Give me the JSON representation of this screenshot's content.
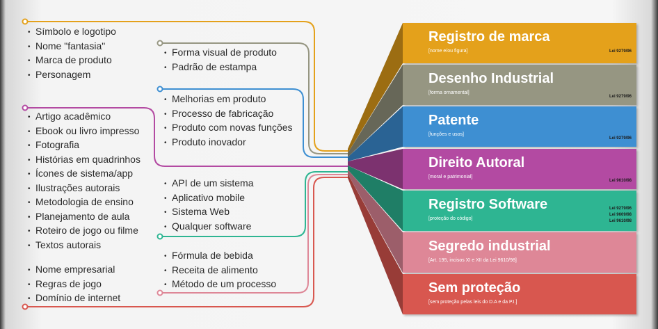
{
  "categories": [
    {
      "title": "Registro de marca",
      "subtitle": "[nome e/ou figura]",
      "law": [
        "Lei 9279/96"
      ],
      "color": "#e4a11b",
      "side": "#9c6d12"
    },
    {
      "title": "Desenho Industrial",
      "subtitle": "[forma ornamental]",
      "law": [
        "Lei 9279/96"
      ],
      "color": "#969682",
      "side": "#676758"
    },
    {
      "title": "Patente",
      "subtitle": "[funções e usos]",
      "law": [
        "Lei 9279/96"
      ],
      "color": "#3e8fd2",
      "side": "#2a6394"
    },
    {
      "title": "Direito Autoral",
      "subtitle": "[moral e patrimonial]",
      "law": [
        "Lei 9610/98"
      ],
      "color": "#b34aa2",
      "side": "#7c326f"
    },
    {
      "title": "Registro Software",
      "subtitle": "[proteção do código]",
      "law": [
        "Lei 9279/96",
        "Lei 9609/98",
        "Lei 9610/98"
      ],
      "color": "#2eb592",
      "side": "#1f7e66"
    },
    {
      "title": "Segredo industrial",
      "subtitle": "[Art. 195, incisos XI e XII da Lei 9610/98]",
      "law": [],
      "color": "#de8797",
      "side": "#9c5e6a"
    },
    {
      "title": "Sem proteção",
      "subtitle": "[sem proteção pelas leis do D.A e da P.I.]",
      "law": [],
      "color": "#d8574f",
      "side": "#983c37"
    }
  ],
  "groups": {
    "marca": {
      "color": "#e4a11b",
      "items": [
        "Símbolo e logotipo",
        "Nome \"fantasia\"",
        "Marca de produto",
        "Personagem"
      ]
    },
    "desenho": {
      "color": "#969682",
      "items": [
        "Forma visual de produto",
        "Padrão de estampa"
      ]
    },
    "patente": {
      "color": "#3e8fd2",
      "items": [
        "Melhorias em produto",
        "Processo de fabricação",
        "Produto com novas funções",
        "Produto inovador"
      ]
    },
    "autoral": {
      "color": "#b34aa2",
      "items": [
        "Artigo acadêmico",
        "Ebook ou livro impresso",
        "Fotografia",
        "Histórias em quadrinhos",
        "Ícones de sistema/app",
        "Ilustrações autorais",
        "Metodologia de ensino",
        "Planejamento de aula",
        "Roteiro de jogo ou filme",
        "Textos autorais"
      ]
    },
    "software": {
      "color": "#2eb592",
      "items": [
        "API de um sistema",
        "Aplicativo mobile",
        "Sistema Web",
        "Qualquer software"
      ]
    },
    "segredo": {
      "color": "#de8797",
      "items": [
        "Fórmula de bebida",
        "Receita de alimento",
        "Método de um processo"
      ]
    },
    "sem": {
      "color": "#d8574f",
      "items": [
        "Nome empresarial",
        "Regras de jogo",
        "Domínio de internet"
      ]
    }
  }
}
